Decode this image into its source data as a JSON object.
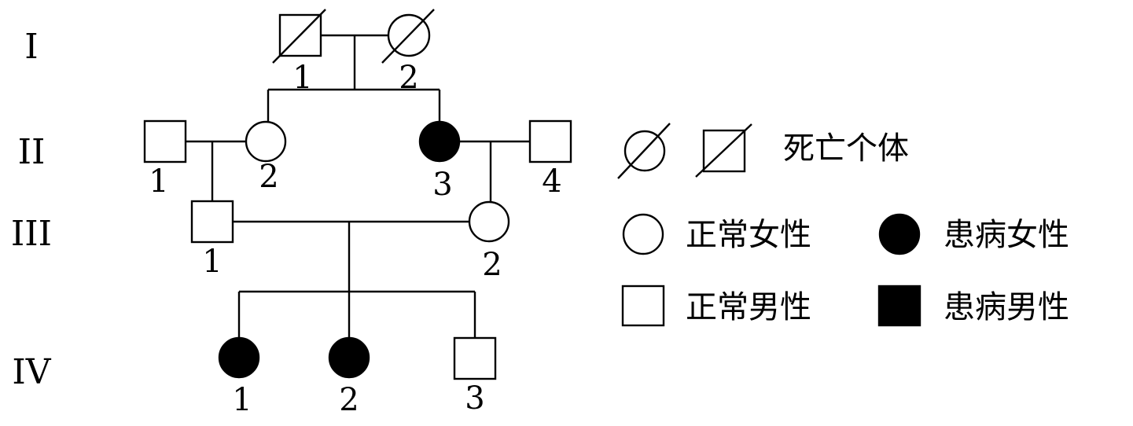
{
  "generations": [
    {
      "id": "I",
      "label": "I"
    },
    {
      "id": "II",
      "label": "II"
    },
    {
      "id": "III",
      "label": "III"
    },
    {
      "id": "IV",
      "label": "IV"
    }
  ],
  "individuals": [
    {
      "id": "I-1",
      "generation": "I",
      "number": "1",
      "sex": "male",
      "affected": false,
      "deceased": true
    },
    {
      "id": "I-2",
      "generation": "I",
      "number": "2",
      "sex": "female",
      "affected": false,
      "deceased": true
    },
    {
      "id": "II-1",
      "generation": "II",
      "number": "1",
      "sex": "male",
      "affected": false,
      "deceased": false
    },
    {
      "id": "II-2",
      "generation": "II",
      "number": "2",
      "sex": "female",
      "affected": false,
      "deceased": false
    },
    {
      "id": "II-3",
      "generation": "II",
      "number": "3",
      "sex": "female",
      "affected": true,
      "deceased": false
    },
    {
      "id": "II-4",
      "generation": "II",
      "number": "4",
      "sex": "male",
      "affected": false,
      "deceased": false
    },
    {
      "id": "III-1",
      "generation": "III",
      "number": "1",
      "sex": "male",
      "affected": false,
      "deceased": false
    },
    {
      "id": "III-2",
      "generation": "III",
      "number": "2",
      "sex": "female",
      "affected": false,
      "deceased": false
    },
    {
      "id": "IV-1",
      "generation": "IV",
      "number": "1",
      "sex": "female",
      "affected": true,
      "deceased": false
    },
    {
      "id": "IV-2",
      "generation": "IV",
      "number": "2",
      "sex": "female",
      "affected": true,
      "deceased": false
    },
    {
      "id": "IV-3",
      "generation": "IV",
      "number": "3",
      "sex": "male",
      "affected": false,
      "deceased": false
    }
  ],
  "relationships": [
    {
      "partners": [
        "I-1",
        "I-2"
      ],
      "children": [
        "II-2",
        "II-3"
      ]
    },
    {
      "partners": [
        "II-1",
        "II-2"
      ],
      "children": [
        "III-1"
      ]
    },
    {
      "partners": [
        "II-3",
        "II-4"
      ],
      "children": [
        "III-2"
      ]
    },
    {
      "partners": [
        "III-1",
        "III-2"
      ],
      "children": [
        "IV-1",
        "IV-2",
        "IV-3"
      ]
    }
  ],
  "legend": {
    "deceased": "死亡个体",
    "normal_female": "正常女性",
    "affected_female": "患病女性",
    "normal_male": "正常男性",
    "affected_male": "患病男性"
  },
  "colors": {
    "stroke": "#000000",
    "affected_fill": "#000000",
    "normal_fill": "#ffffff"
  }
}
